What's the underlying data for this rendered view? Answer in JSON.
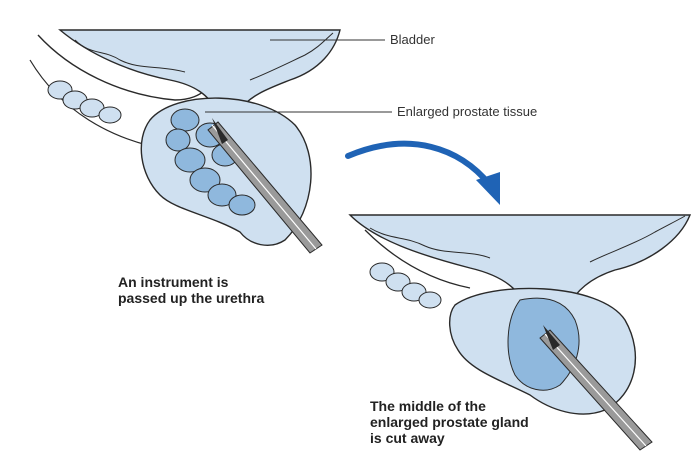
{
  "labels": {
    "bladder": "Bladder",
    "enlarged_prostate_tissue": "Enlarged prostate tissue"
  },
  "captions": {
    "step1": [
      "An instrument is",
      "passed up the urethra"
    ],
    "step2": [
      "The middle of the",
      "enlarged prostate gland",
      "is cut away"
    ]
  },
  "colors": {
    "fluid_blue": "#cfe0f0",
    "tissue_blue": "#8fb8dd",
    "arrow_blue": "#1f63b5",
    "outline": "#2a2a2a",
    "scope_fill": "#9a9a9a"
  }
}
